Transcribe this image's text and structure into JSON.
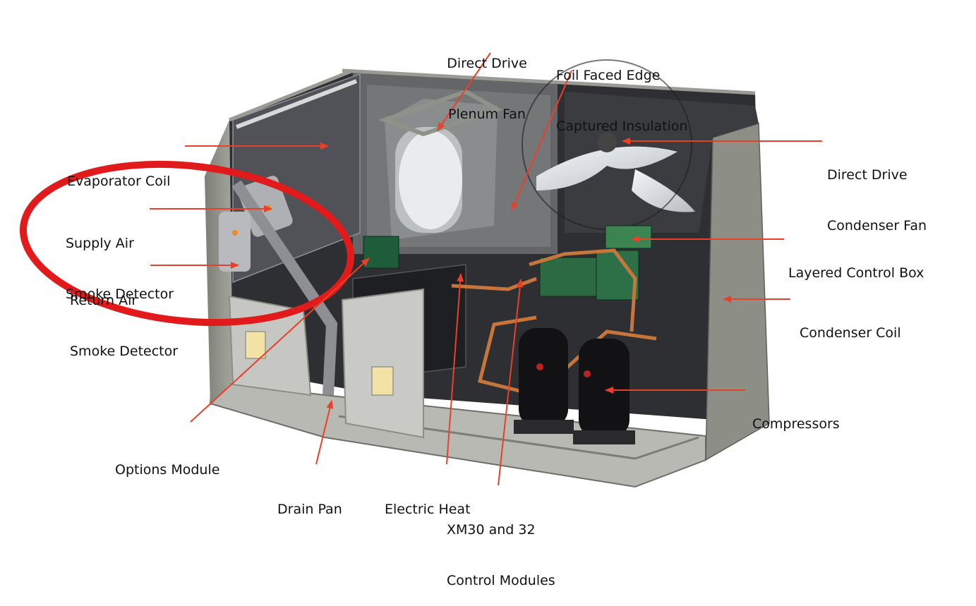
{
  "colors": {
    "annotation": "#e8402a",
    "highlight_ring": "#e11b1b",
    "cabinet": "#8a8a80",
    "panel_light": "#c9cac6",
    "interior_dark": "#2e2f33",
    "copper": "#c7753b"
  },
  "callouts": [
    {
      "id": "plenum-fan",
      "lines": [
        "Direct Drive",
        "Plenum Fan"
      ]
    },
    {
      "id": "insulation",
      "lines": [
        "Foil Faced Edge",
        "Captured Insulation"
      ]
    },
    {
      "id": "evap-coil",
      "lines": [
        "Evaporator Coil"
      ]
    },
    {
      "id": "cond-fan",
      "lines": [
        "Direct Drive",
        "Condenser Fan"
      ]
    },
    {
      "id": "supply-smoke",
      "lines": [
        "Supply Air",
        "Smoke Detector"
      ]
    },
    {
      "id": "return-smoke",
      "lines": [
        "Return Air",
        "Smoke Detector"
      ]
    },
    {
      "id": "control-box",
      "lines": [
        "Layered Control Box"
      ]
    },
    {
      "id": "cond-coil",
      "lines": [
        "Condenser Coil"
      ]
    },
    {
      "id": "compressors",
      "lines": [
        "Compressors"
      ]
    },
    {
      "id": "options",
      "lines": [
        "Options Module"
      ]
    },
    {
      "id": "drain",
      "lines": [
        "Drain Pan"
      ]
    },
    {
      "id": "electric-heat",
      "lines": [
        "Electric Heat"
      ]
    },
    {
      "id": "xm30",
      "lines": [
        "XM30 and 32",
        "Control Modules"
      ]
    }
  ]
}
